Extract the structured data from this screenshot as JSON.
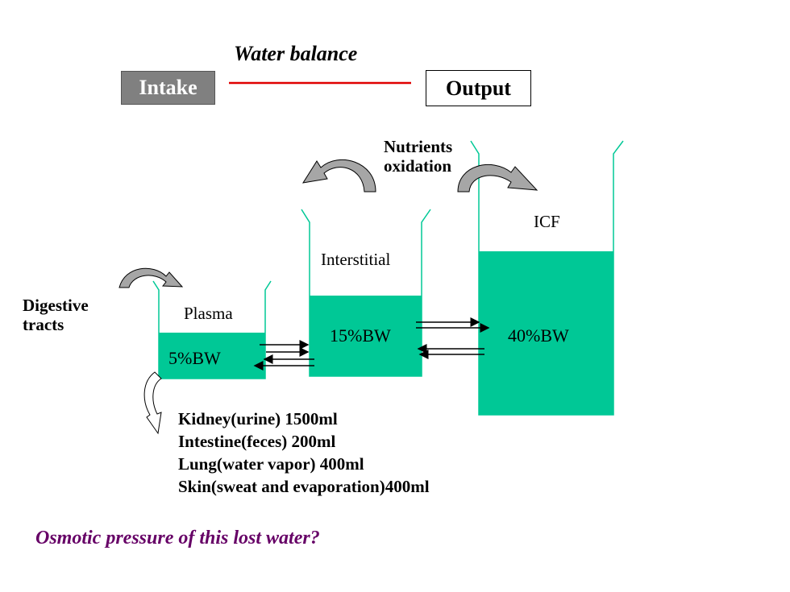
{
  "title": "Water balance",
  "intake_label": "Intake",
  "output_label": "Output",
  "colors": {
    "fluid": "#00c896",
    "beaker_outline": "#00c896",
    "balance_line": "#e00000",
    "intake_fill": "#808080",
    "arrow_fill": "#a6a6a6",
    "question": "#660066"
  },
  "compartments": [
    {
      "name": "Plasma",
      "percent": "5%BW"
    },
    {
      "name": "Interstitial",
      "percent": "15%BW"
    },
    {
      "name": "ICF",
      "percent": "40%BW"
    }
  ],
  "digestive_label": "Digestive\ntracts",
  "nutrients_label": "Nutrients\noxidation",
  "losses": [
    "Kidney(urine) 1500ml",
    "Intestine(feces) 200ml",
    "Lung(water vapor) 400ml",
    "Skin(sweat and evaporation)400ml"
  ],
  "question": "Osmotic pressure of this lost water?"
}
